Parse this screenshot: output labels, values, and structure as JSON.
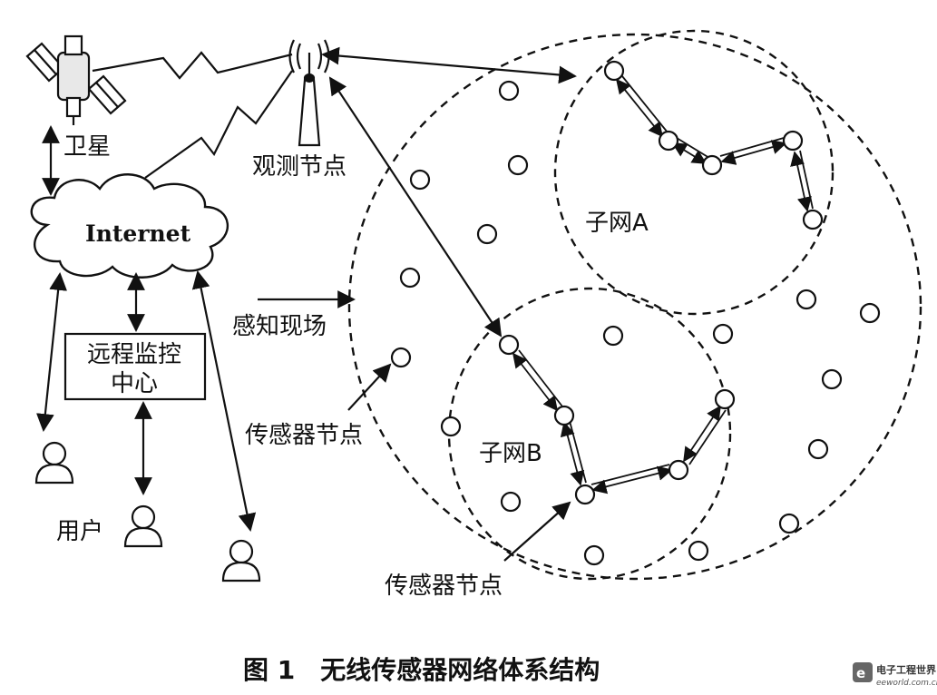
{
  "labels": {
    "satellite": "卫星",
    "internet": "Internet",
    "observe_node": "观测节点",
    "sensing_field": "感知现场",
    "remote_center_line1": "远程监控",
    "remote_center_line2": "中心",
    "user": "用户",
    "sensor_node_left": "传感器节点",
    "sensor_node_bottom": "传感器节点",
    "subnet_a": "子网A",
    "subnet_b": "子网B"
  },
  "caption": "图 1　无线传感器网络体系结构",
  "watermark": {
    "line1": "电子工程世界",
    "line2": "eeworld.com.cn"
  }
}
